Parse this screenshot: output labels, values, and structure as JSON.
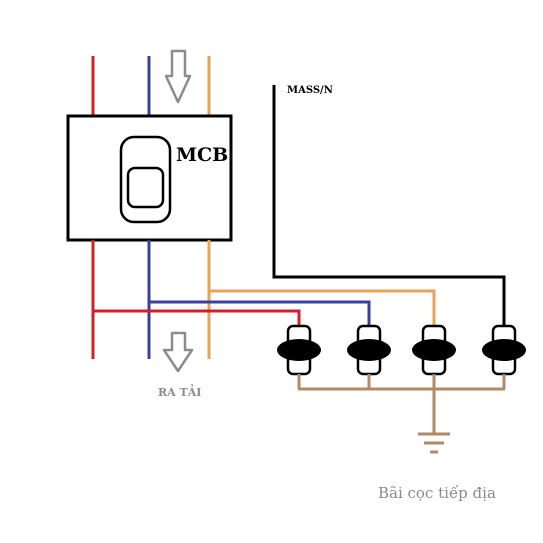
{
  "diagram": {
    "mcb_label": "MCB",
    "mass_label": "MASS/N",
    "output_label": "RA TẢI",
    "caption": "Bãi cọc tiếp địa"
  },
  "colors": {
    "red": "#d1202a",
    "blue": "#3b3f9c",
    "orange": "#e6a259",
    "black": "#000000",
    "brown": "#b28a66",
    "arrow": "#8c8c8c",
    "text_gray": "#8a8a8a"
  },
  "icons": {
    "input_arrow": "down-arrow-icon",
    "output_arrow": "down-arrow-icon",
    "ground": "ground-symbol-icon",
    "surge_arrester": "surge-arrester-icon"
  }
}
